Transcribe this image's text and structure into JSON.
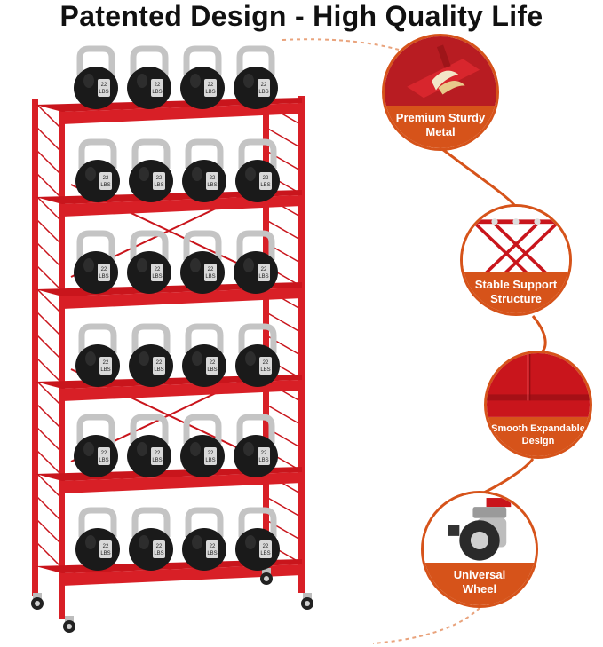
{
  "headline": "Patented Design - High Quality Life",
  "kettlebell_label": [
    "22",
    "LBS"
  ],
  "colors": {
    "frame_red": "#d81f26",
    "shelf_red": "#c9151c",
    "accent_orange": "#d6531a",
    "kettlebell_body": "#1a1a1a",
    "kettlebell_handle": "#c4c4c4"
  },
  "features": [
    {
      "line1": "Premium Sturdy",
      "line2": "Metal",
      "icon": "sheet-metal-icon"
    },
    {
      "line1": "Stable Support",
      "line2": "Structure",
      "icon": "x-brace-icon"
    },
    {
      "line1": "Smooth Expandable",
      "line2": "Design",
      "icon": "expandable-panel-icon"
    },
    {
      "line1": "Universal",
      "line2": "Wheel",
      "icon": "caster-wheel-icon"
    }
  ]
}
